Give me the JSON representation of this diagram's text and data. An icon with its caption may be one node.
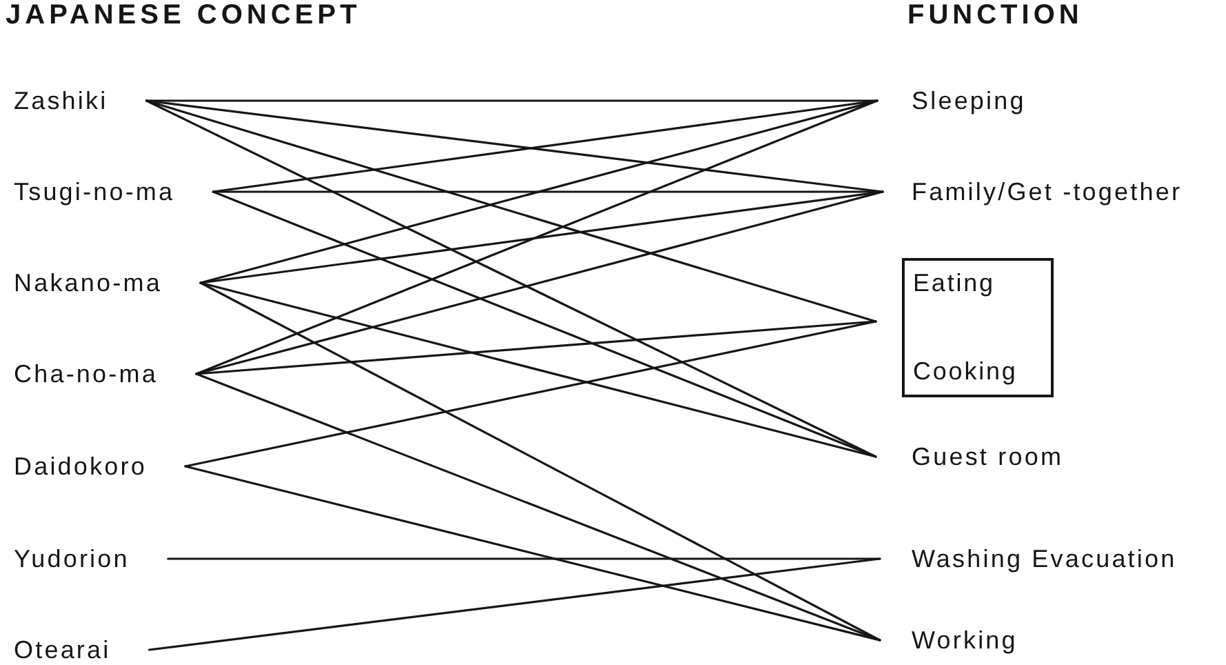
{
  "diagram": {
    "nodes": [
      {
        "text": [
          "Zashiki"
        ]
      },
      {
        "text": [
          "Tsugi-no-ma"
        ]
      },
      {
        "text": [
          "Nakano-ma"
        ]
      },
      {
        "text": [
          "Cha-no-ma"
        ]
      },
      {
        "text": [
          "Daidokoro"
        ]
      },
      {
        "text": [
          "Yudorion"
        ]
      },
      {
        "text": [
          "Otearai"
        ]
      },
      {
        "text": [
          "Sleeping"
        ]
      },
      {
        "text": [
          "Family/Get -together"
        ]
      },
      {
        "text": [
          "Eating",
          "Cooking"
        ]
      },
      {
        "text": [
          "Guest room"
        ]
      },
      {
        "text": [
          "Washing Evacuation"
        ]
      },
      {
        "text": [
          "Working"
        ]
      }
    ],
    "edges": [
      {
        "from": 0,
        "to": 7,
        "arrow": "none"
      },
      {
        "from": 0,
        "to": 8,
        "arrow": "none"
      },
      {
        "from": 0,
        "to": 9,
        "arrow": "none"
      },
      {
        "from": 0,
        "to": 10,
        "arrow": "none"
      },
      {
        "from": 1,
        "to": 7,
        "arrow": "none"
      },
      {
        "from": 1,
        "to": 8,
        "arrow": "none"
      },
      {
        "from": 1,
        "to": 10,
        "arrow": "none"
      },
      {
        "from": 2,
        "to": 7,
        "arrow": "none"
      },
      {
        "from": 2,
        "to": 8,
        "arrow": "none"
      },
      {
        "from": 2,
        "to": 10,
        "arrow": "none"
      },
      {
        "from": 2,
        "to": 12,
        "arrow": "none"
      },
      {
        "from": 3,
        "to": 7,
        "arrow": "none"
      },
      {
        "from": 3,
        "to": 8,
        "arrow": "none"
      },
      {
        "from": 3,
        "to": 9,
        "arrow": "none"
      },
      {
        "from": 3,
        "to": 12,
        "arrow": "none"
      },
      {
        "from": 4,
        "to": 9,
        "arrow": "none"
      },
      {
        "from": 4,
        "to": 12,
        "arrow": "none"
      },
      {
        "from": 5,
        "to": 11,
        "arrow": "none"
      },
      {
        "from": 6,
        "to": 11,
        "arrow": "none"
      }
    ],
    "labels": [
      "JAPANESE CONCEPT",
      "FUNCTION"
    ]
  }
}
